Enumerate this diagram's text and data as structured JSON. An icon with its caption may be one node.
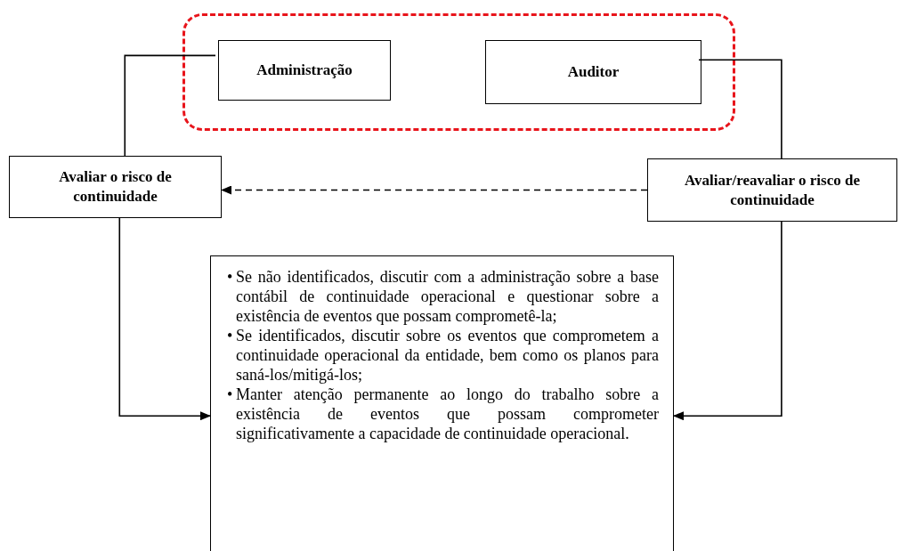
{
  "diagram": {
    "nodes": [
      {
        "text": [],
        "shape": "box"
      },
      {
        "text": [
          "Administração"
        ],
        "in": 0
      },
      {
        "text": [
          "Auditor"
        ],
        "in": 0
      },
      {
        "text": [
          "Avaliar o risco de continuidade"
        ]
      },
      {
        "text": [
          "Avaliar/reavaliar o risco de continuidade"
        ]
      },
      {
        "text": [
          "Se não identificados, discutir com a administração sobre a base contábil de continuidade operacional e questionar sobre a existência de eventos que possam comprometê-la;",
          "Se identificados, discutir sobre os eventos que comprometem a continuidade operacional da entidade, bem como os planos para saná-los/mitigá-los;",
          "Manter atenção permanente ao longo do trabalho sobre a existência de eventos que possam comprometer significativamente a capacidade de continuidade operacional."
        ]
      }
    ],
    "edges": [
      {
        "from": 1,
        "to": 3,
        "arrow": "none"
      },
      {
        "from": 2,
        "to": 4,
        "arrow": "none"
      },
      {
        "from": 4,
        "to": 3,
        "arrow": "to",
        "style": "dashed"
      },
      {
        "from": 3,
        "to": 5,
        "arrow": "to"
      },
      {
        "from": 4,
        "to": 5,
        "arrow": "to"
      }
    ],
    "labels": [
      "•",
      "•",
      "•"
    ]
  }
}
